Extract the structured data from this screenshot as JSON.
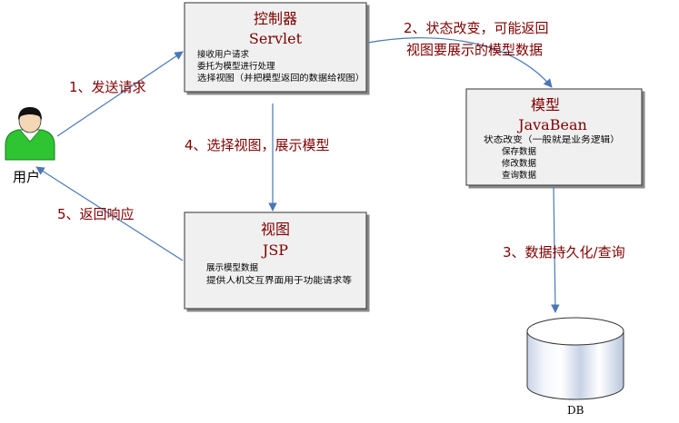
{
  "user": {
    "label": "用户"
  },
  "controller": {
    "title": "控制器",
    "subtitle": "Servlet",
    "lines": [
      "接收用户请求",
      "委托为模型进行处理",
      "选择视图（并把模型返回的数据给视图）"
    ]
  },
  "model": {
    "title": "模型",
    "subtitle": "JavaBean",
    "lines": [
      "状态改变（一般就是业务逻辑）",
      "保存数据",
      "修改数据",
      "查询数据"
    ]
  },
  "view": {
    "title": "视图",
    "subtitle": "JSP",
    "lines": [
      "展示模型数据",
      "提供人机交互界面用于功能请求等"
    ]
  },
  "db": {
    "label": "DB"
  },
  "edges": {
    "send_request": "1、发送请求",
    "state_change_line1": "2、状态改变，可能返回",
    "state_change_line2": "视图要展示的模型数据",
    "persist_query": "3、数据持久化/查询",
    "select_view": "4、选择视图，展示模型",
    "return_response": "5、返回响应"
  },
  "colors": {
    "box_fill": "#f0f0f0",
    "box_border": "#333333",
    "title_color": "#800000",
    "arrow_color": "#4a78b5",
    "user_body": "#2ec432"
  }
}
